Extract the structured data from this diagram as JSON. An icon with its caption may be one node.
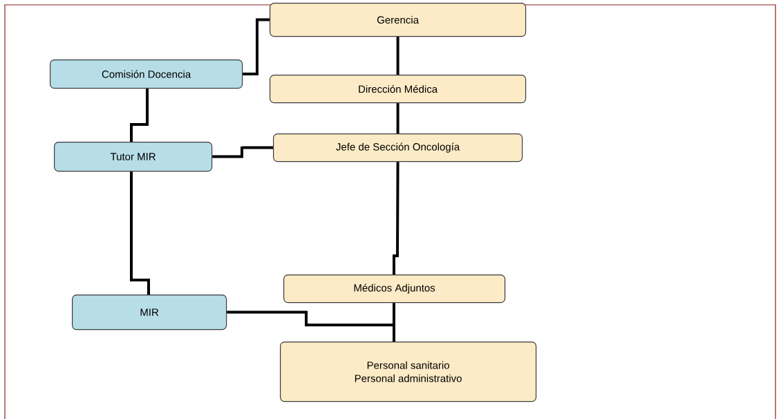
{
  "diagram": {
    "nodes": [
      {
        "text": [
          "Gerencia"
        ]
      },
      {
        "text": [
          "Comisión Docencia"
        ]
      },
      {
        "text": [
          "Dirección Médica"
        ]
      },
      {
        "text": [
          "Tutor MIR"
        ]
      },
      {
        "text": [
          "Jefe de Sección Oncología"
        ]
      },
      {
        "text": [
          "Médicos Adjuntos"
        ]
      },
      {
        "text": [
          "MIR"
        ]
      },
      {
        "text": [
          "Personal sanitario",
          "Personal administrativo"
        ]
      }
    ],
    "edges": [
      {
        "from": 1,
        "to": 0,
        "arrow": "none"
      },
      {
        "from": 0,
        "to": 2,
        "arrow": "none"
      },
      {
        "from": 2,
        "to": 4,
        "arrow": "none"
      },
      {
        "from": 1,
        "to": 3,
        "arrow": "none"
      },
      {
        "from": 3,
        "to": 4,
        "arrow": "none"
      },
      {
        "from": 4,
        "to": 5,
        "arrow": "none"
      },
      {
        "from": 3,
        "to": 6,
        "arrow": "none"
      },
      {
        "from": 6,
        "to": 7,
        "arrow": "none"
      },
      {
        "from": 5,
        "to": 7,
        "arrow": "none"
      }
    ]
  }
}
